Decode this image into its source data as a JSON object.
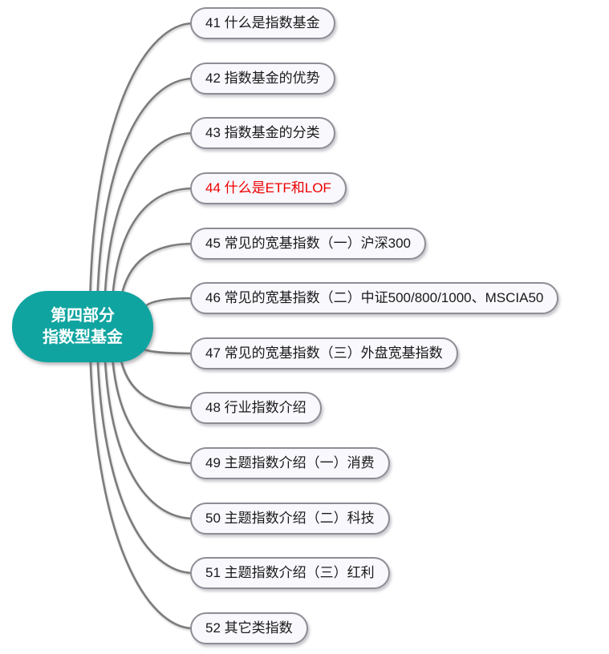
{
  "diagram": {
    "type": "mindmap",
    "root": {
      "line1": "第四部分",
      "line2": "指数型基金"
    },
    "branches": [
      {
        "label": "41 什么是指数基金",
        "emphasis": false
      },
      {
        "label": "42 指数基金的优势",
        "emphasis": false
      },
      {
        "label": "43 指数基金的分类",
        "emphasis": false
      },
      {
        "label": "44 什么是ETF和LOF",
        "emphasis": true
      },
      {
        "label": "45 常见的宽基指数（一）沪深300",
        "emphasis": false
      },
      {
        "label": "46 常见的宽基指数（二）中证500/800/1000、MSCIA50",
        "emphasis": false
      },
      {
        "label": "47 常见的宽基指数（三）外盘宽基指数",
        "emphasis": false
      },
      {
        "label": "48 行业指数介绍",
        "emphasis": false
      },
      {
        "label": "49 主题指数介绍（一）消费",
        "emphasis": false
      },
      {
        "label": "50 主题指数介绍（二）科技",
        "emphasis": false
      },
      {
        "label": "51 主题指数介绍（三）红利",
        "emphasis": false
      },
      {
        "label": "52 其它类指数",
        "emphasis": false
      }
    ],
    "colors": {
      "root_fill": "#10A4A0",
      "root_text": "#FFFFFF",
      "branch_fill": "#F8F8FD",
      "branch_border": "#8D8D95",
      "branch_text": "#1A1A1A",
      "emphasis_text": "#EE0000",
      "connector": "#7C7C7C"
    }
  }
}
